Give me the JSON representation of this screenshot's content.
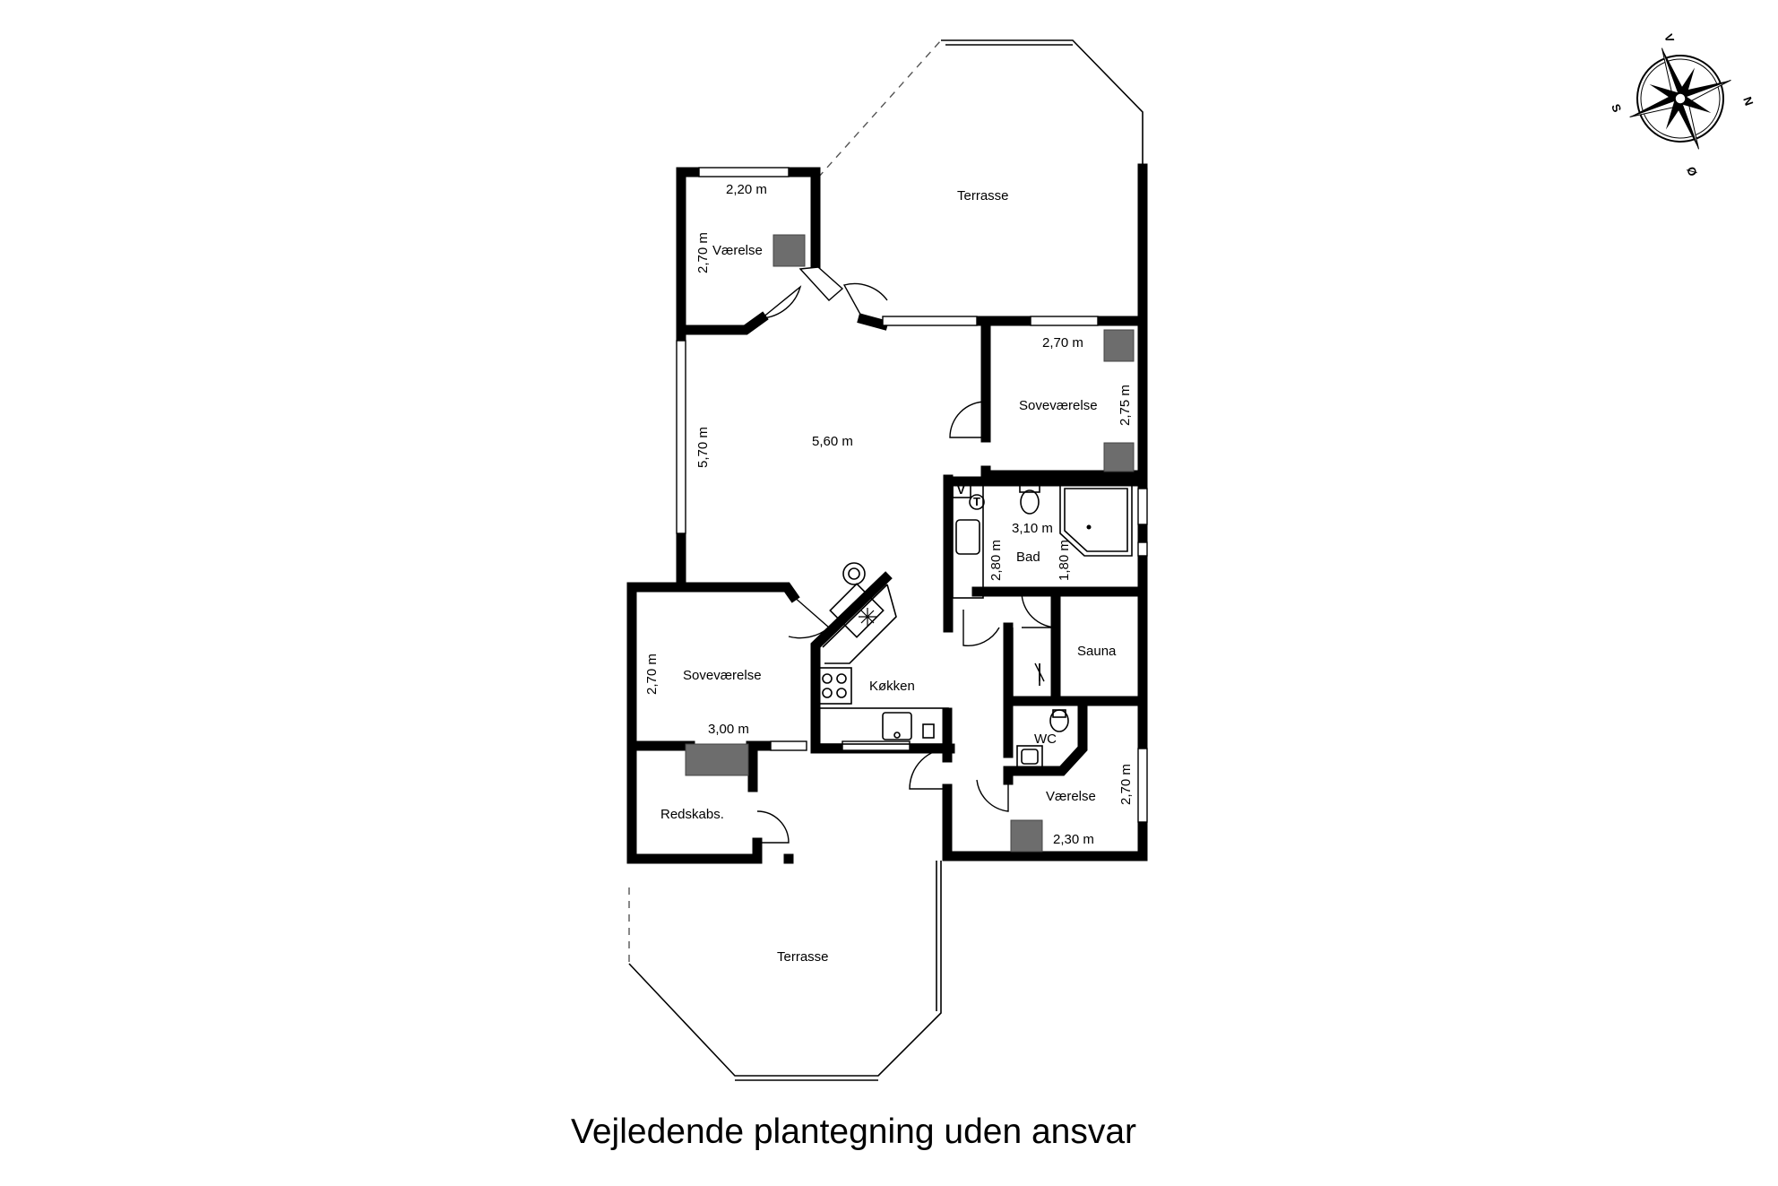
{
  "caption": "Vejledende plantegning uden ansvar",
  "rooms": {
    "terrasse_top": "Terrasse",
    "vaerelse_top": "Værelse",
    "sovevaerelse_right": "Soveværelse",
    "bad": "Bad",
    "sauna": "Sauna",
    "wc": "WC",
    "vaerelse_bottom": "Værelse",
    "sovevaerelse_left": "Soveværelse",
    "koekken": "Køkken",
    "redskabs": "Redskabs.",
    "terrasse_bottom": "Terrasse"
  },
  "dimensions": {
    "vaerelse_top_w": "2,20 m",
    "vaerelse_top_h": "2,70 m",
    "sovevaerelse_right_w": "2,70 m",
    "sovevaerelse_right_h": "2,75 m",
    "living_w": "5,60 m",
    "living_h": "5,70 m",
    "bad_w": "3,10 m",
    "bad_h1": "2,80 m",
    "bad_h2": "1,80 m",
    "sovevaerelse_left_h": "2,70 m",
    "sovevaerelse_left_w": "3,00 m",
    "vaerelse_bottom_h": "2,70 m",
    "vaerelse_bottom_w": "2,30 m"
  },
  "compass": {
    "n": "N",
    "s": "S",
    "v": "V",
    "o": "Ø"
  },
  "fixtures": {
    "v": "V",
    "t": "T"
  }
}
